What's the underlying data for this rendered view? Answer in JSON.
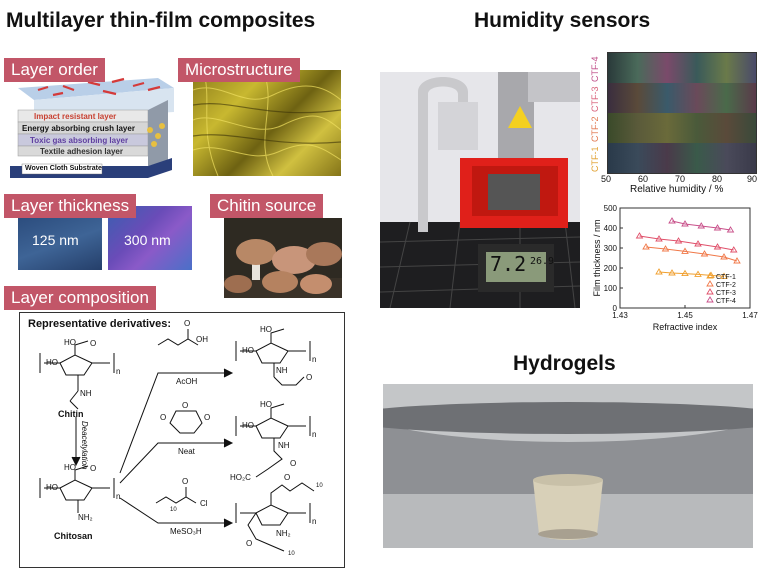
{
  "headings": {
    "left": "Multilayer thin-film composites",
    "sensors": "Humidity sensors",
    "hydrogels": "Hydrogels"
  },
  "tags": {
    "layer_order": "Layer order",
    "microstructure": "Microstructure",
    "layer_thickness": "Layer thickness",
    "chitin_source": "Chitin source",
    "layer_composition": "Layer composition"
  },
  "layer_stack": {
    "layers": [
      "Impact resistant layer",
      "Energy absorbing crush layer",
      "Toxic gas absorbing layer",
      "Textile adhesion layer",
      "Woven Cloth Substrate"
    ]
  },
  "thickness_samples": [
    "125 nm",
    "300 nm"
  ],
  "sensor_display": {
    "reading": "7.2",
    "small": "26.9"
  },
  "chart_color_strips": {
    "labels": [
      "CTF-4",
      "CTF-3",
      "CTF-2",
      "CTF-1"
    ],
    "label_colors": [
      "#c0508a",
      "#d8607a",
      "#e07850",
      "#e0a030"
    ],
    "xlabel": "Relative humidity / %",
    "x_ticks": [
      "50",
      "60",
      "70",
      "80",
      "90"
    ]
  },
  "chart_data": {
    "type": "line",
    "xlabel": "Refractive index",
    "ylabel": "Film thickness / nm",
    "xlim": [
      1.43,
      1.47
    ],
    "ylim": [
      0,
      500
    ],
    "x_ticks": [
      "1.43",
      "1.45",
      "1.47"
    ],
    "y_ticks": [
      "0",
      "100",
      "200",
      "300",
      "400",
      "500"
    ],
    "legend_position": "bottom-right",
    "series": [
      {
        "name": "CTF-1",
        "color": "#f0a030",
        "x": [
          1.442,
          1.446,
          1.45,
          1.454,
          1.458,
          1.462
        ],
        "y": [
          180,
          175,
          172,
          168,
          163,
          158
        ]
      },
      {
        "name": "CTF-2",
        "color": "#f07848",
        "x": [
          1.438,
          1.444,
          1.45,
          1.456,
          1.462,
          1.466
        ],
        "y": [
          305,
          295,
          283,
          270,
          255,
          235
        ]
      },
      {
        "name": "CTF-3",
        "color": "#e0506a",
        "x": [
          1.436,
          1.442,
          1.448,
          1.454,
          1.46,
          1.465
        ],
        "y": [
          360,
          345,
          335,
          320,
          305,
          290
        ]
      },
      {
        "name": "CTF-4",
        "color": "#c8508a",
        "x": [
          1.446,
          1.45,
          1.455,
          1.46,
          1.464
        ],
        "y": [
          435,
          420,
          410,
          400,
          390
        ]
      }
    ]
  },
  "scheme": {
    "title": "Representative derivatives:",
    "chitin": "Chitin",
    "chitosan": "Chitosan",
    "deacetylation": "Deacetylation",
    "reagents": [
      "AcOH",
      "Neat",
      "MeSO₃H"
    ],
    "labels": {
      "ho": "HO",
      "oh": "OH",
      "o": "O",
      "nh": "NH",
      "nh2": "NH₂",
      "cl": "Cl",
      "ho2c": "HO₂C",
      "sub10": "10",
      "n": "n"
    }
  },
  "colors": {
    "tag_bg": "#c25668",
    "sensor_red": "#e0201a"
  }
}
